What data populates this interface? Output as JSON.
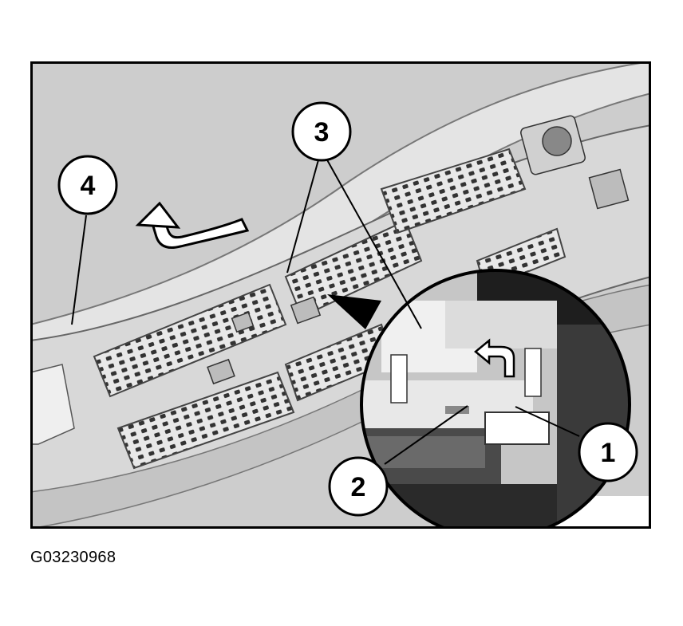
{
  "figure": {
    "code": "G03230968",
    "callouts": [
      {
        "id": "callout-1",
        "number": "1"
      },
      {
        "id": "callout-2",
        "number": "2"
      },
      {
        "id": "callout-3",
        "number": "3"
      },
      {
        "id": "callout-4",
        "number": "4"
      }
    ],
    "colors": {
      "frame": "#000000",
      "background": "#cfcfcf",
      "part_light": "#e6e6e6",
      "part_mid": "#a8a8a8",
      "part_dark": "#555555",
      "detail_dark": "#2c2c2c"
    },
    "icons": [
      "removal-direction-arrow-icon",
      "detail-rotation-arrow-icon"
    ]
  }
}
